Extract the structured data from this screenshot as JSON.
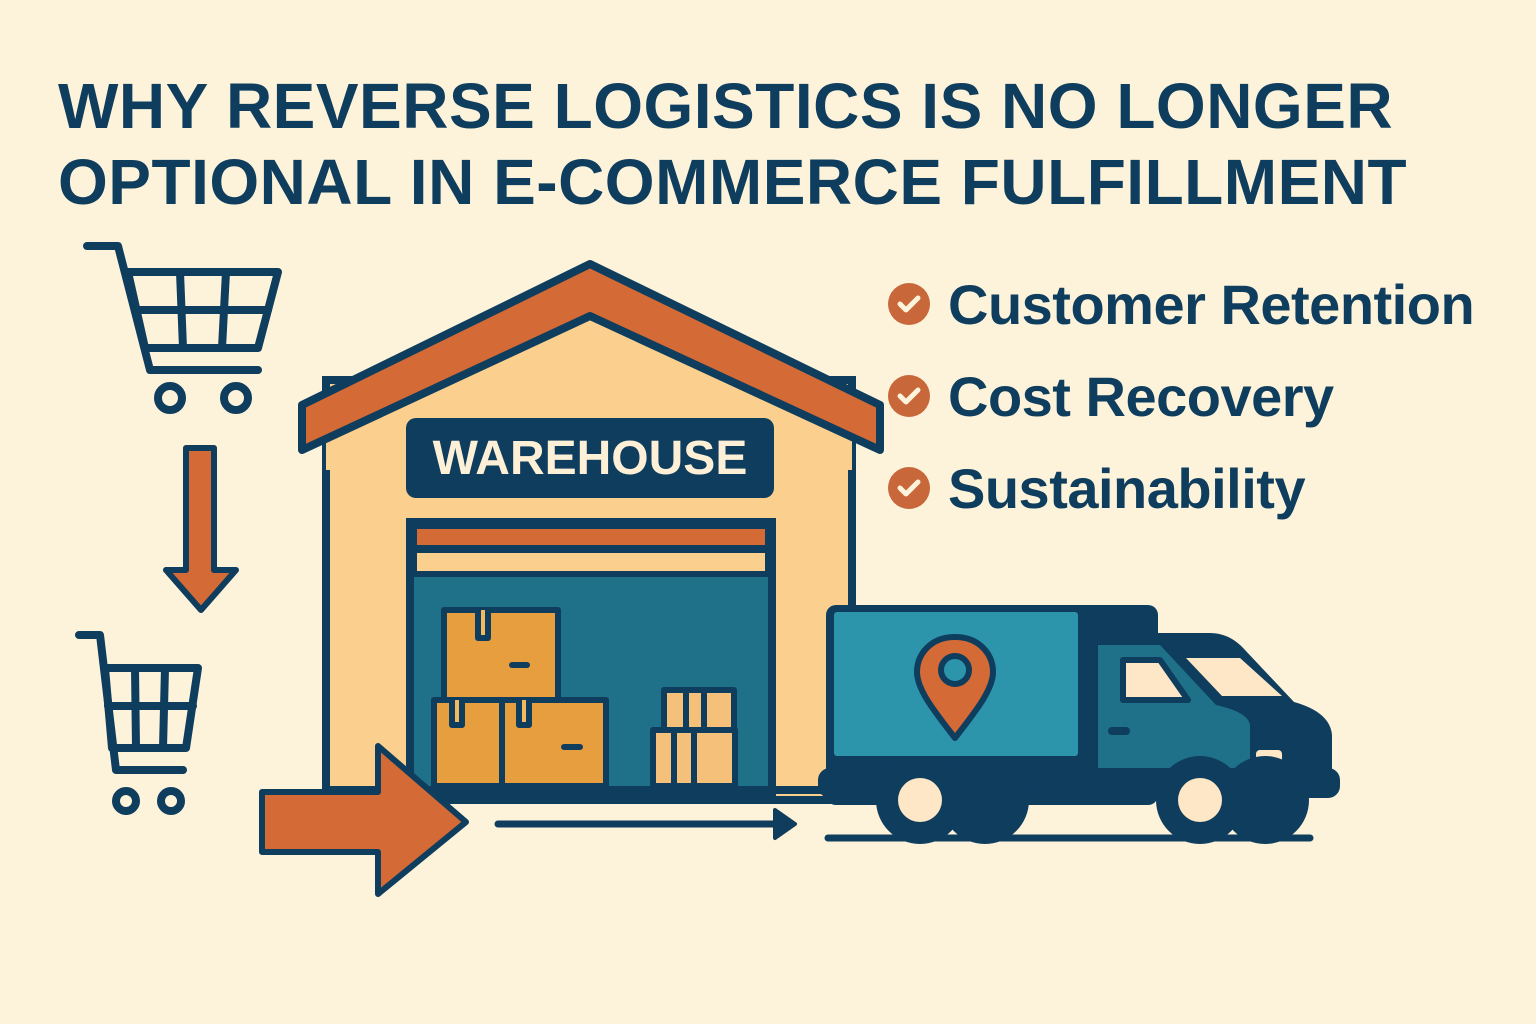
{
  "title": {
    "line1": "WHY REVERSE LOGISTICS IS NO LONGER",
    "line2": "OPTIONAL IN E-COMMERCE FULFILLMENT"
  },
  "warehouse": {
    "sign": "WAREHOUSE"
  },
  "benefits": [
    {
      "icon": "check-circle-icon",
      "label": "Customer Retention"
    },
    {
      "icon": "check-circle-icon",
      "label": "Cost Recovery"
    },
    {
      "icon": "check-circle-icon",
      "label": "Sustainability"
    }
  ],
  "icons": {
    "cart_top": "shopping-cart-icon",
    "down_arrow": "arrow-down-icon",
    "cart_bottom": "shopping-cart-icon",
    "big_arrow": "arrow-right-icon",
    "thin_arrow": "arrow-right-icon",
    "truck": "delivery-truck-icon",
    "pin": "location-pin-icon"
  },
  "colors": {
    "background": "#fdf3da",
    "navy": "#0e3d5e",
    "orange": "#d46a36",
    "wall": "#fbd08e",
    "door": "#1f7089",
    "box": "#e79e3f",
    "truck_body": "#2d95ab",
    "cream": "#fde7c6"
  }
}
